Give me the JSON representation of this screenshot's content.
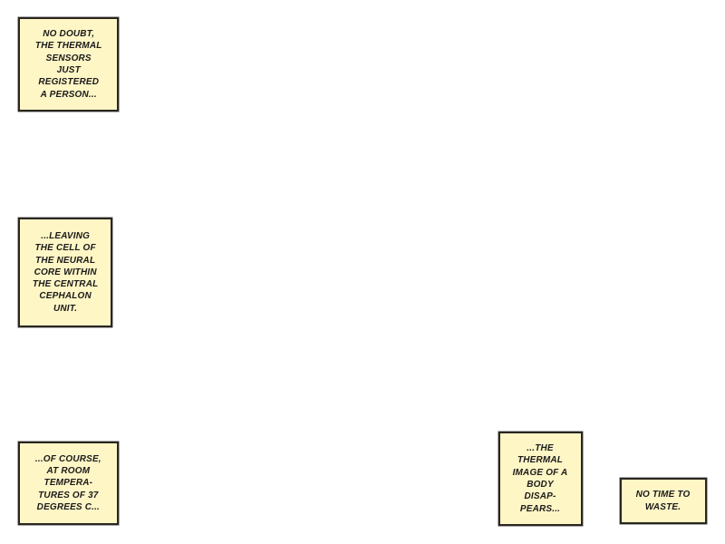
{
  "colors": {
    "caption_fill": "#fff6c6",
    "caption_border": "#2a2620"
  },
  "captions": [
    {
      "text": "No doubt,\nthe thermal\nsensors\njust\nregistered\na person..."
    },
    {
      "text": "...leaving\nthe cell of\nthe neural\ncore within\nthe central\ncephalon\nunit."
    },
    {
      "text": "...of course,\nat room\ntempera-\ntures of 37\ndegrees C..."
    },
    {
      "text": "...the\nthermal\nimage of a\nbody\ndisap-\npears..."
    },
    {
      "text": "No time to\nwaste."
    }
  ]
}
